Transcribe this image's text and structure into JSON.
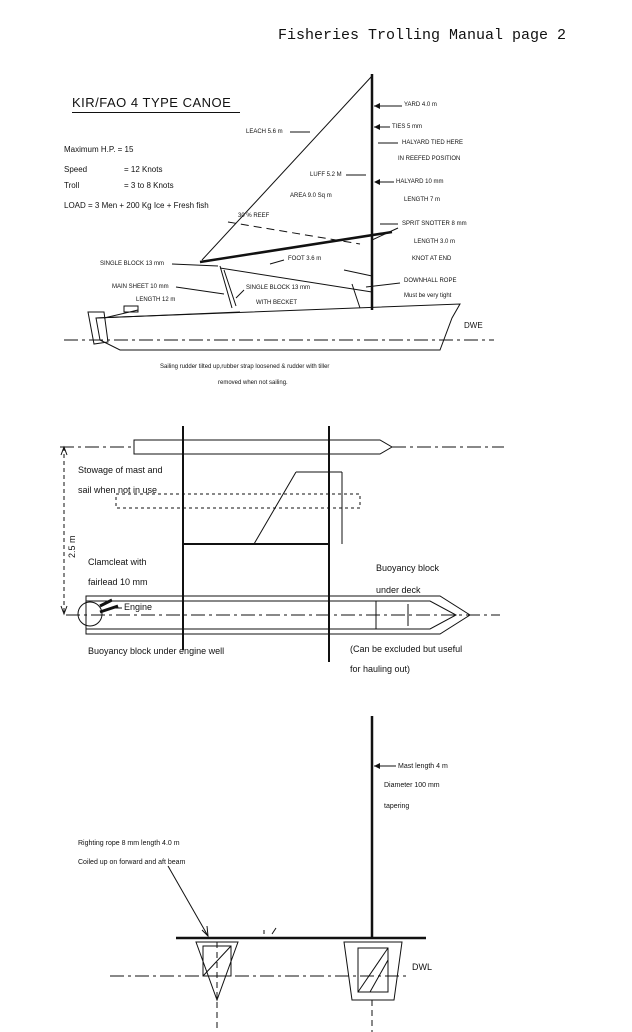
{
  "header": {
    "page_title": "Fisheries Trolling Manual page 2"
  },
  "fig1": {
    "title": "KIR/FAO 4 TYPE CANOE",
    "specs": {
      "max_hp": "Maximum H.P. = 15",
      "speed_label": "Speed",
      "speed_value": "= 12 Knots",
      "troll_label": "Troll",
      "troll_value": "= 3 to 8 Knots",
      "load": "LOAD  = 3 Men + 200 Kg Ice + Fresh fish"
    },
    "labels": {
      "yard": "YARD 4.0 m",
      "ties": "TIES 5 mm",
      "halyard_tied_1": "HALYARD TIED HERE",
      "halyard_tied_2": "IN REEFED POSITION",
      "halyard": "HALYARD 10 mm",
      "halyard_length": "LENGTH 7 m",
      "sprit_snotter": "SPRIT SNOTTER 8 mm",
      "sprit_length": "LENGTH 3.0 m",
      "knot_at_end": "KNOT AT END",
      "downhall": "DOWNHALL ROPE",
      "downhall_note": "Must be very tight",
      "dwe": "DWE",
      "leach": "LEACH 5.6 m",
      "luff": "LUFF 5.2 M",
      "area": "AREA 9.0 Sq m",
      "reef": "30 % REEF",
      "foot": "FOOT 3.6 m",
      "single_block_13": "SINGLE BLOCK 13 mm",
      "main_sheet": "MAIN SHEET 10 mm",
      "main_sheet_length": "LENGTH 12 m",
      "single_block_becket_1": "SINGLE BLOCK 13 mm",
      "single_block_becket_2": "WITH BECKET",
      "caption_1": "Sailing rudder tilted up,rubber strap loosened & rudder with tiller",
      "caption_2": "removed when not sailing."
    }
  },
  "fig2": {
    "stowage_1": "Stowage of mast and",
    "stowage_2": "sail when not in use",
    "dimension": "2.5 m",
    "clamcleat_1": "Clamcleat with",
    "clamcleat_2": "fairlead 10 mm",
    "engine": "Engine",
    "buoyancy_under_well": "Buoyancy block under engine well",
    "buoyancy_deck_1": "Buoyancy block",
    "buoyancy_deck_2": "under deck",
    "note_1": "(Can be excluded but useful",
    "note_2": "for hauling out)"
  },
  "fig3": {
    "mast_length": "Mast length 4 m",
    "diameter": "Diameter 100 mm",
    "tapering": "tapering",
    "righting_rope_1": "Righting rope 8 mm length 4.0 m",
    "righting_rope_2": "Coiled up on forward and aft beam",
    "dwl": "DWL"
  }
}
